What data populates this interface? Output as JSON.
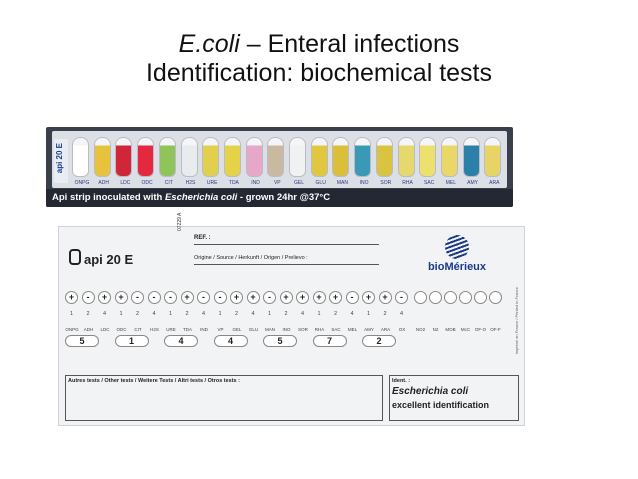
{
  "title": {
    "line1_organism": "E.coli",
    "line1_rest": " – Enteral infections",
    "line2": "Identification: biochemical tests"
  },
  "photo": {
    "brand": "api 20 E",
    "caption_prefix": "Api strip inoculated with ",
    "caption_organism": "Escherichia coli",
    "caption_suffix": " - grown 24hr @37°C",
    "cupules": [
      {
        "label": "ONPG",
        "color": "#ffffff"
      },
      {
        "label": "ADH",
        "color": "#e8c23d"
      },
      {
        "label": "LDC",
        "color": "#d0263a"
      },
      {
        "label": "ODC",
        "color": "#e3283f"
      },
      {
        "label": "CIT",
        "color": "#8fc45a"
      },
      {
        "label": "H2S",
        "color": "#e9ecef"
      },
      {
        "label": "URE",
        "color": "#e2cf4d"
      },
      {
        "label": "TDA",
        "color": "#e4d248"
      },
      {
        "label": "IND",
        "color": "#e6a7c8"
      },
      {
        "label": "VP",
        "color": "#c9b9a1"
      },
      {
        "label": "GEL",
        "color": "#f0f1f3"
      },
      {
        "label": "GLU",
        "color": "#e1c640"
      },
      {
        "label": "MAN",
        "color": "#d9bf3b"
      },
      {
        "label": "INO",
        "color": "#3a9ab6"
      },
      {
        "label": "SOR",
        "color": "#d8c440"
      },
      {
        "label": "RHA",
        "color": "#e6d86c"
      },
      {
        "label": "SAC",
        "color": "#ece06e"
      },
      {
        "label": "MEL",
        "color": "#e9d867"
      },
      {
        "label": "AMY",
        "color": "#2b80a9"
      },
      {
        "label": "ARA",
        "color": "#e7d467"
      }
    ]
  },
  "sheet": {
    "brand": "api 20 E",
    "ref_code": "07229 A",
    "ref_label": "REF. :",
    "origin_label": "Origine / Source / Herkunft / Origen / Prelievo :",
    "company": "bioMérieux",
    "signs": [
      "+",
      "-",
      "+",
      "+",
      "-",
      "-",
      "-",
      "+",
      "-",
      "-",
      "+",
      "+",
      "-",
      "+",
      "+",
      "+",
      "+",
      "-",
      "+",
      "+",
      "-"
    ],
    "numbers": [
      "1",
      "2",
      "4",
      "1",
      "2",
      "4",
      "1",
      "2",
      "4",
      "1",
      "2",
      "4",
      "1",
      "2",
      "4",
      "1",
      "2",
      "4",
      "1",
      "2",
      "4"
    ],
    "test_names": [
      "ONPG",
      "ADH",
      "LDC",
      "ODC",
      "CIT",
      "H2S",
      "URE",
      "TDA",
      "IND",
      "VP",
      "GEL",
      "GLU",
      "MAN",
      "INO",
      "SOR",
      "RHA",
      "SAC",
      "MEL",
      "AMY",
      "ARA",
      "OX"
    ],
    "groups": [
      "5",
      "1",
      "4",
      "4",
      "5",
      "7",
      "2"
    ],
    "extra_tests": [
      "NO2",
      "N2",
      "MOB",
      "McC",
      "OF-O",
      "OF-F"
    ],
    "other_tests_label": "Autres tests / Other tests / Weitere Tests / Altri tests / Otros tests :",
    "ident_label": "Ident. :",
    "ident_organism": "Escherichia coli",
    "ident_quality": "excellent identification",
    "imprint": "Imprimé en France / Printed in France"
  }
}
